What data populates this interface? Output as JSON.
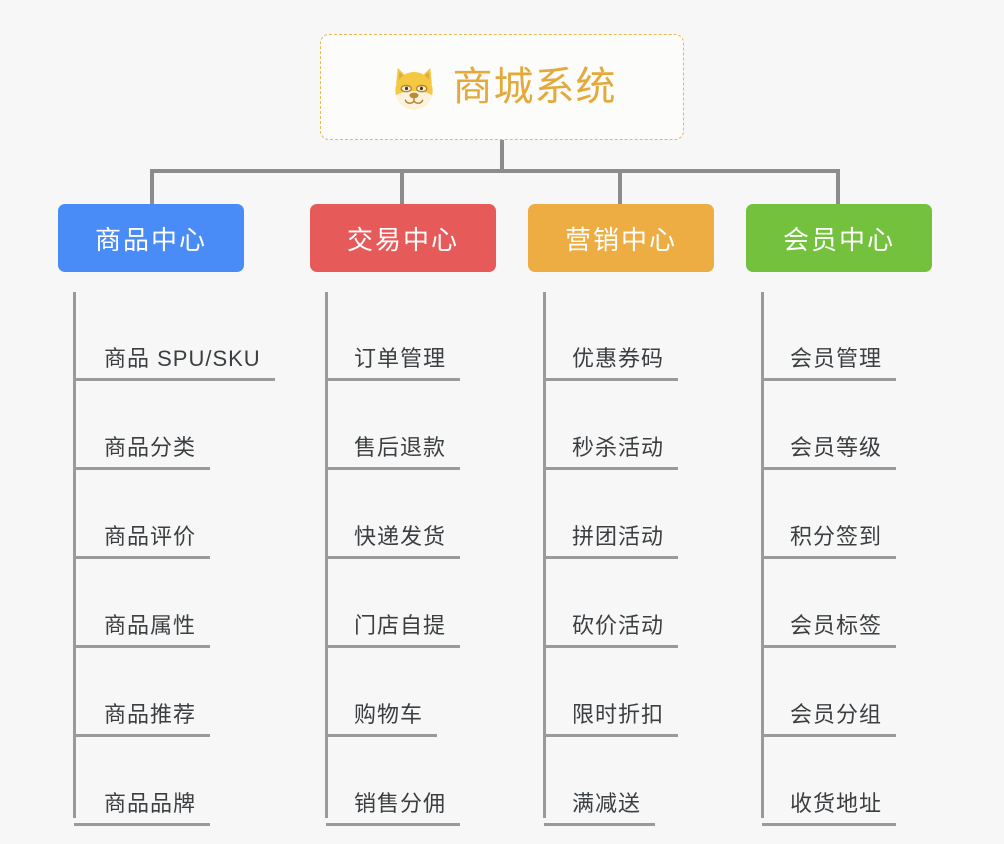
{
  "root": {
    "title": "商城系统",
    "icon": "shiba-dog-emoji",
    "border_color": "#e8b851",
    "title_color": "#e3a93b"
  },
  "canvas": {
    "background": "#f7f7f7",
    "connector_color": "#8c8c8c"
  },
  "branches": [
    {
      "label": "商品中心",
      "color": "#4a8cf7",
      "items": [
        {
          "label": "商品 SPU/SKU"
        },
        {
          "label": "商品分类"
        },
        {
          "label": "商品评价"
        },
        {
          "label": "商品属性"
        },
        {
          "label": "商品推荐"
        },
        {
          "label": "商品品牌"
        }
      ]
    },
    {
      "label": "交易中心",
      "color": "#e65a5a",
      "items": [
        {
          "label": "订单管理"
        },
        {
          "label": "售后退款"
        },
        {
          "label": "快递发货"
        },
        {
          "label": "门店自提"
        },
        {
          "label": "购物车"
        },
        {
          "label": "销售分佣"
        }
      ]
    },
    {
      "label": "营销中心",
      "color": "#eead43",
      "items": [
        {
          "label": "优惠券码"
        },
        {
          "label": "秒杀活动"
        },
        {
          "label": "拼团活动"
        },
        {
          "label": "砍价活动"
        },
        {
          "label": "限时折扣"
        },
        {
          "label": "满减送"
        }
      ]
    },
    {
      "label": "会员中心",
      "color": "#73c13d",
      "items": [
        {
          "label": "会员管理"
        },
        {
          "label": "会员等级"
        },
        {
          "label": "积分签到"
        },
        {
          "label": "会员标签"
        },
        {
          "label": "会员分组"
        },
        {
          "label": "收货地址"
        }
      ]
    }
  ]
}
